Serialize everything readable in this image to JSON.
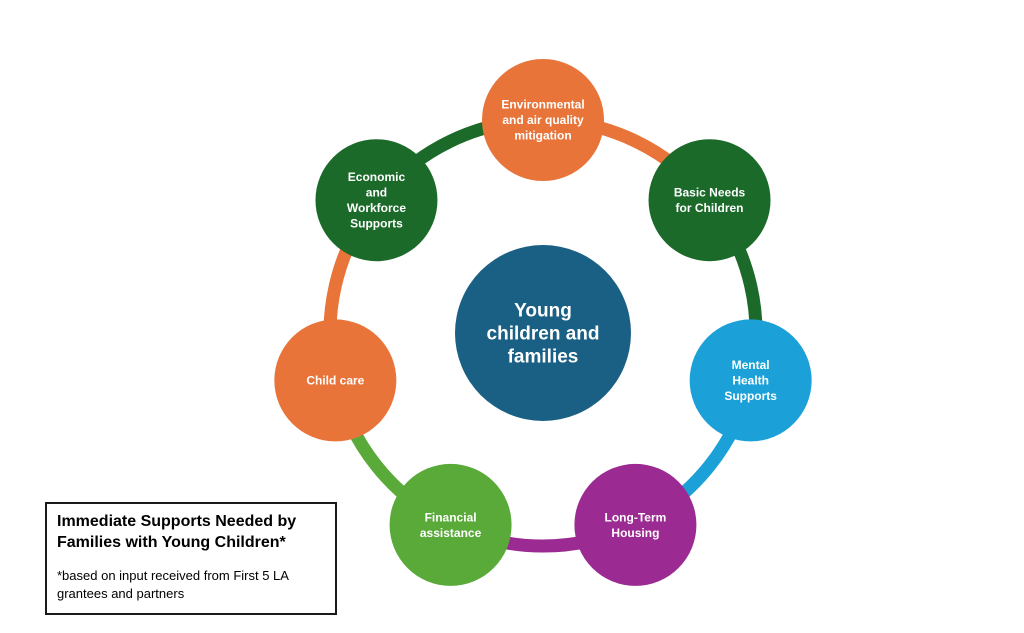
{
  "center": {
    "lines": [
      "Young",
      "children and",
      "families"
    ],
    "color": "#1a5f84"
  },
  "nodes": [
    {
      "id": "environmental",
      "lines": [
        "Environmental",
        "and air quality",
        "mitigation"
      ],
      "color": "#e8743a",
      "icon": "circle"
    },
    {
      "id": "basic-needs",
      "lines": [
        "Basic Needs",
        "for Children"
      ],
      "color": "#1b6a2a",
      "icon": "circle"
    },
    {
      "id": "mental-health",
      "lines": [
        "Mental",
        "Health",
        "Supports"
      ],
      "color": "#1ba0d8",
      "icon": "circle"
    },
    {
      "id": "housing",
      "lines": [
        "Long-Term",
        "Housing"
      ],
      "color": "#9b2b92",
      "icon": "circle"
    },
    {
      "id": "financial",
      "lines": [
        "Financial",
        "assistance"
      ],
      "color": "#5aaa3a",
      "icon": "circle"
    },
    {
      "id": "child-care",
      "lines": [
        "Child care"
      ],
      "color": "#e8743a",
      "icon": "circle"
    },
    {
      "id": "economic",
      "lines": [
        "Economic",
        "and",
        "Workforce",
        "Supports"
      ],
      "color": "#1b6a2a",
      "icon": "circle"
    }
  ],
  "caption": {
    "title": "Immediate Supports Needed by Families with Young Children*",
    "note": "*based on input received from First 5 LA grantees and partners"
  }
}
